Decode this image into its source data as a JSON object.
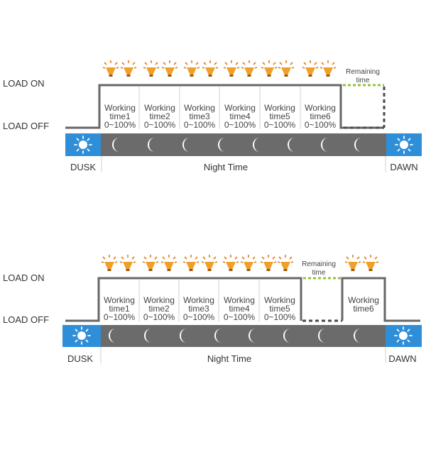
{
  "palette": {
    "line": "#676767",
    "dashed": "#4a4a4a",
    "remaining": "#8fc43a",
    "bar": "#6b6b6b",
    "sun_panel": "#2f8ed8",
    "lamp": "#f0a028",
    "lamp_rays": "#e07b18",
    "moon": "#ffffff"
  },
  "icons": {
    "day": "sun-icon",
    "night": "moon-icon",
    "lamp": "lamp-icon"
  },
  "diagrams": [
    {
      "load_on_label": "LOAD ON",
      "load_off_label": "LOAD OFF",
      "dusk_label": "DUSK",
      "night_label": "Night Time",
      "dawn_label": "DAWN",
      "remaining_label_line1": "Remaining",
      "remaining_label_line2": "time",
      "segments": [
        {
          "line1": "Working",
          "line2": "time1",
          "line3": "0~100%"
        },
        {
          "line1": "Working",
          "line2": "time2",
          "line3": "0~100%"
        },
        {
          "line1": "Working",
          "line2": "time3",
          "line3": "0~100%"
        },
        {
          "line1": "Working",
          "line2": "time4",
          "line3": "0~100%"
        },
        {
          "line1": "Working",
          "line2": "time5",
          "line3": "0~100%"
        },
        {
          "line1": "Working",
          "line2": "time6",
          "line3": "0~100%"
        }
      ]
    },
    {
      "load_on_label": "LOAD ON",
      "load_off_label": "LOAD OFF",
      "dusk_label": "DUSK",
      "night_label": "Night Time",
      "dawn_label": "DAWN",
      "remaining_label_line1": "Remaining",
      "remaining_label_line2": "time",
      "segments": [
        {
          "line1": "Working",
          "line2": "time1",
          "line3": "0~100%"
        },
        {
          "line1": "Working",
          "line2": "time2",
          "line3": "0~100%"
        },
        {
          "line1": "Working",
          "line2": "time3",
          "line3": "0~100%"
        },
        {
          "line1": "Working",
          "line2": "time4",
          "line3": "0~100%"
        },
        {
          "line1": "Working",
          "line2": "time5",
          "line3": "0~100%"
        },
        {
          "line1": "Working",
          "line2": "time6",
          "line3": ""
        }
      ]
    }
  ]
}
